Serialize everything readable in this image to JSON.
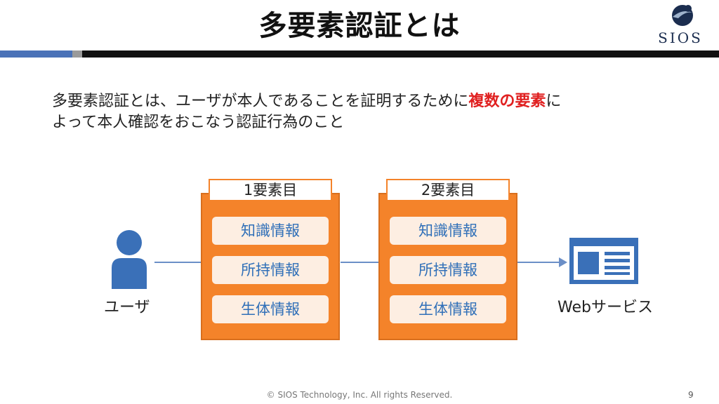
{
  "title": "多要素認証とは",
  "logo": {
    "text": "SIOS"
  },
  "description": {
    "part1": "多要素認証とは、ユーザが本人であることを証明するために",
    "highlight": "複数の要素",
    "part2": "に",
    "line2": "よって本人確認をおこなう認証行為のこと"
  },
  "colors": {
    "accent_orange": "#f4832a",
    "highlight_red": "#e02020",
    "icon_blue": "#3a70b8"
  },
  "user": {
    "icon": "person-icon",
    "label": "ユーザ"
  },
  "factors": [
    {
      "title": "1要素目",
      "items": [
        "知識情報",
        "所持情報",
        "生体情報"
      ]
    },
    {
      "title": "2要素目",
      "items": [
        "知識情報",
        "所持情報",
        "生体情報"
      ]
    }
  ],
  "web": {
    "icon": "web-page-icon",
    "label": "Webサービス"
  },
  "footer": {
    "copyright": "© SIOS Technology, Inc. All rights Reserved.",
    "page": "9"
  }
}
